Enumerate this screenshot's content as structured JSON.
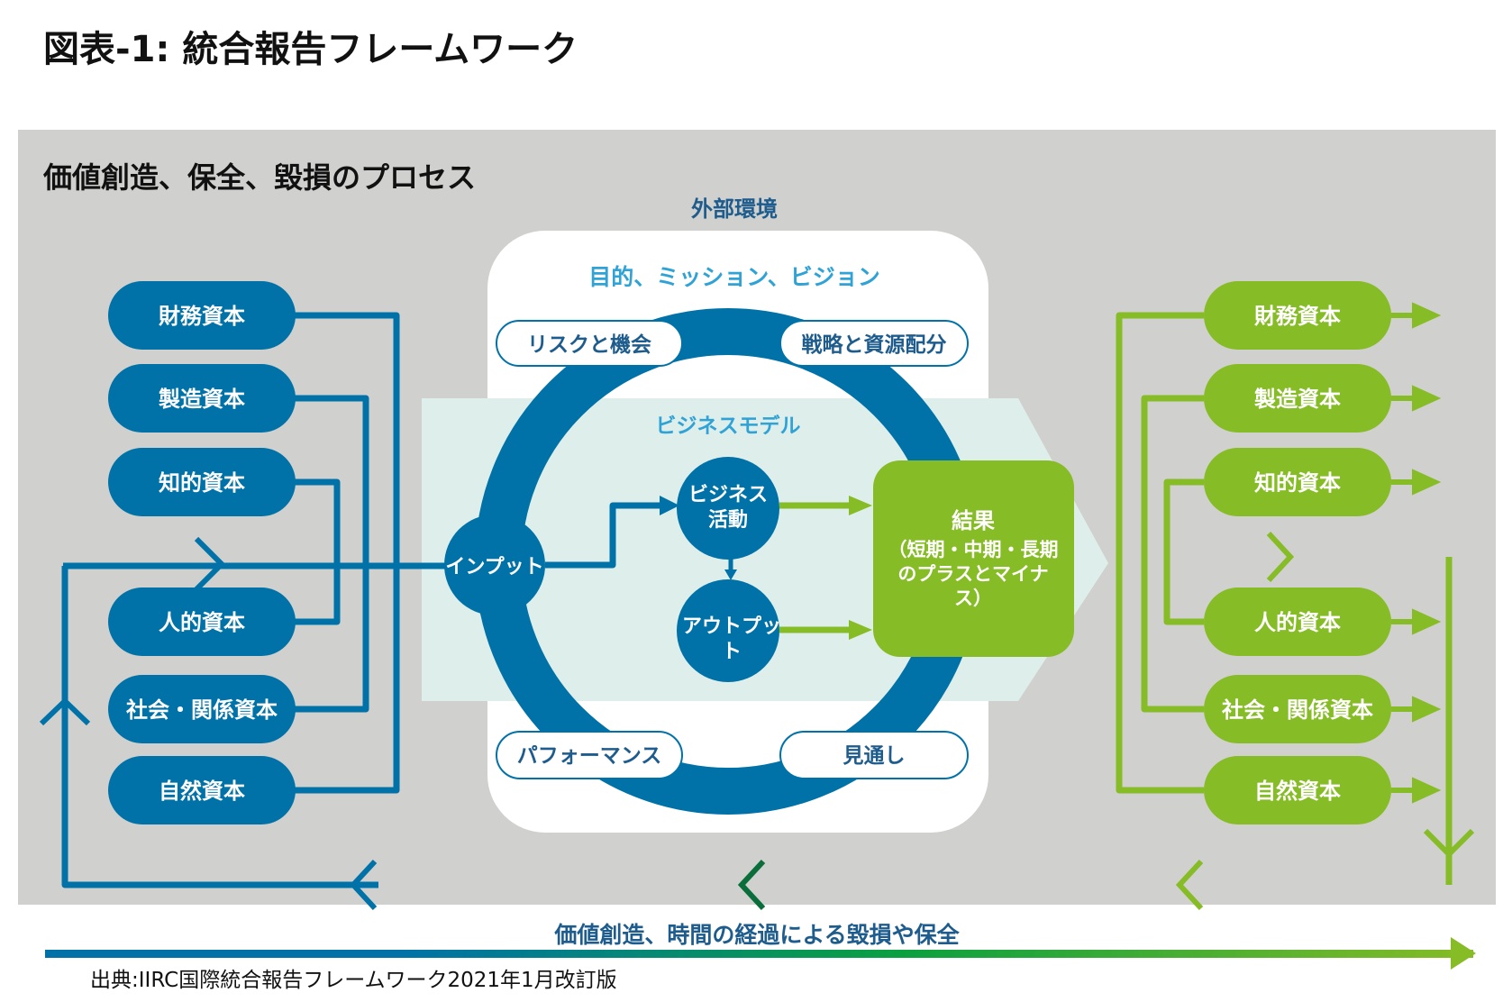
{
  "figure_title": "図表-1: 統合報告フレームワーク",
  "panel_title": "価値創造、保全、毀損のプロセス",
  "external_env_label": "外部環境",
  "purpose_label": "目的、ミッション、ビジョン",
  "governance_pills": {
    "top_left": "リスクと機会",
    "top_right": "戦略と資源配分",
    "bottom_left": "パフォーマンス",
    "bottom_right": "見通し"
  },
  "business_model_label": "ビジネスモデル",
  "input_label": "インプット",
  "business_activity_label": [
    "ビジネス",
    "活動"
  ],
  "output_label": [
    "アウトプッ",
    "ト"
  ],
  "outcome_label": [
    "結果",
    "（短期・中期・長期",
    "のプラスとマイナ",
    "ス）"
  ],
  "input_capitals": [
    "財務資本",
    "製造資本",
    "知的資本",
    "人的資本",
    "社会・関係資本",
    "自然資本"
  ],
  "output_capitals": [
    "財務資本",
    "製造資本",
    "知的資本",
    "人的資本",
    "社会・関係資本",
    "自然資本"
  ],
  "timeline_label": "価値創造、時間の経過による毀損や保全",
  "source": "出典:IIRC国際統合報告フレームワーク2021年1月改訂版",
  "colors": {
    "blue": "#0072a8",
    "green": "#86bc25",
    "dark_green": "#3f9a35",
    "panel_gray": "#d0d0ce",
    "business_model_bg": "#deeeea",
    "dark_blue_text": "#1d5c8c",
    "cyan_text": "#2fa2d6"
  }
}
